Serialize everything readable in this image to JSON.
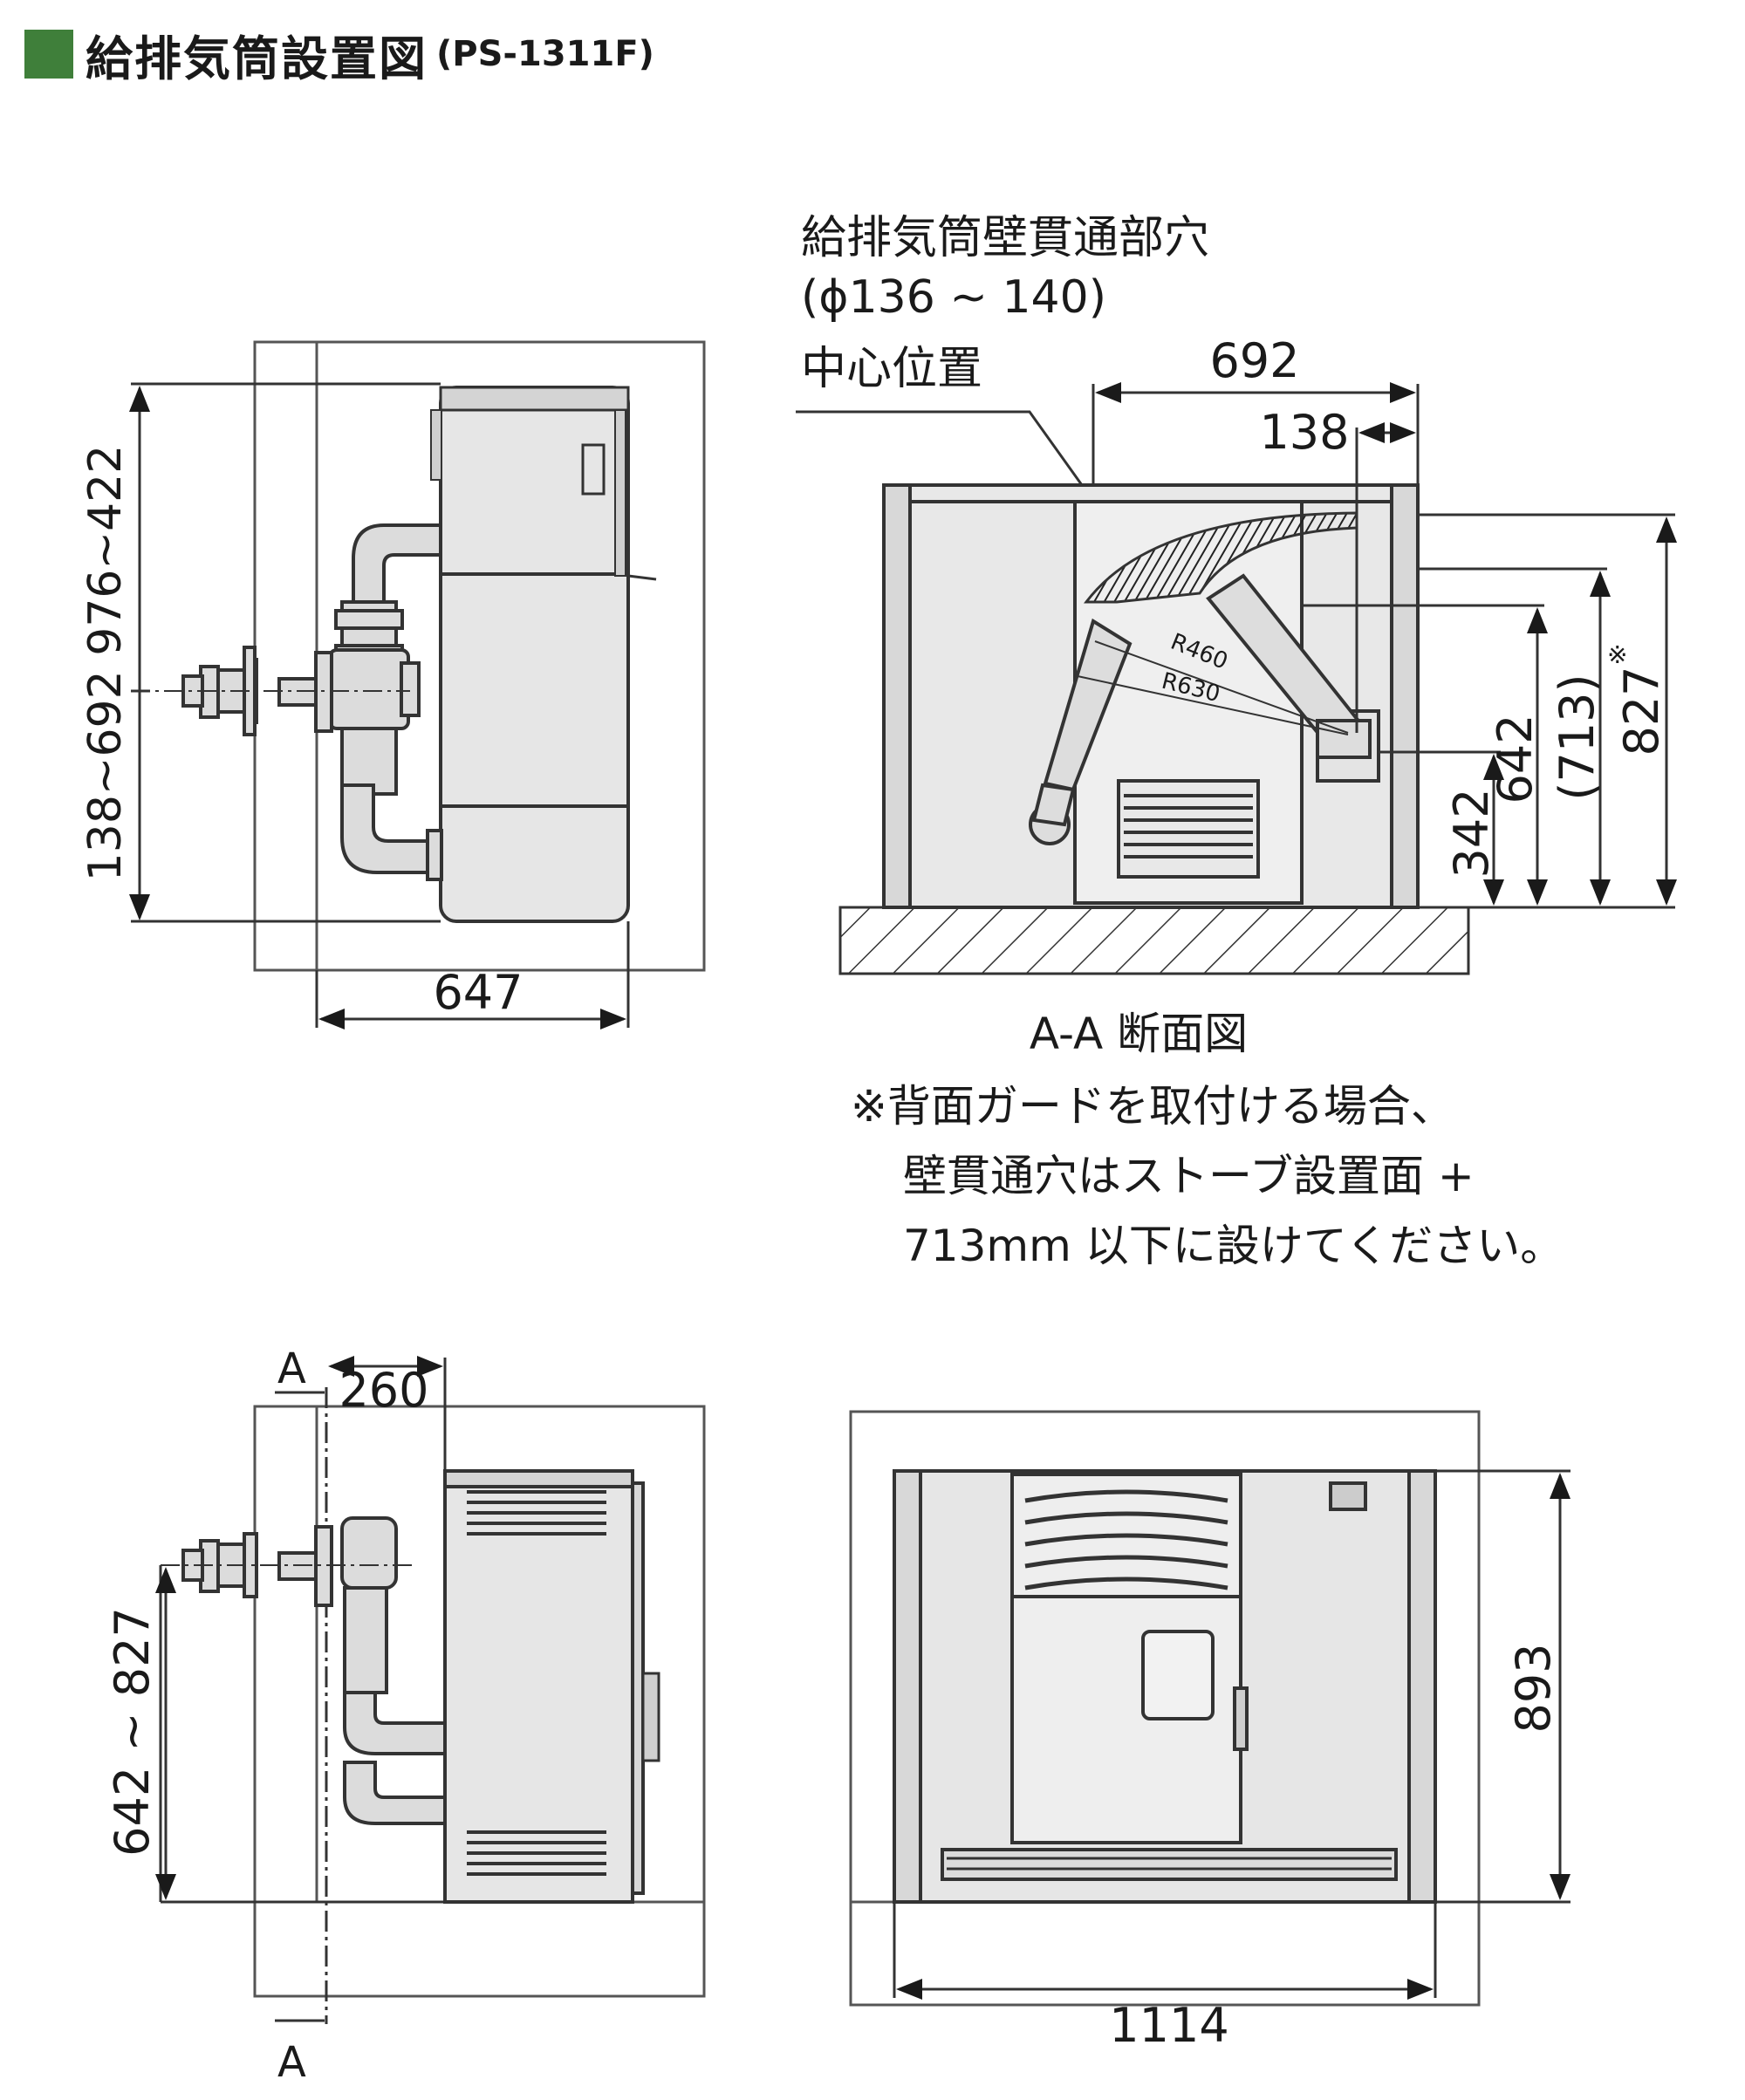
{
  "header": {
    "title": "給排気筒設置図",
    "model": "(PS-1311F)",
    "accent": "#3f7f3a"
  },
  "side_top": {
    "dim_vertical": "138~692 976~422",
    "dim_width": "647"
  },
  "section": {
    "hole_label_1": "給排気筒壁貫通部穴",
    "hole_label_2": "(ϕ136 ~ 140)",
    "hole_label_3": "中心位置",
    "dim_692": "692",
    "dim_138": "138",
    "dim_342": "342",
    "dim_642": "642",
    "dim_713": "(713)",
    "dim_713_mark": "※",
    "dim_827": "827",
    "r460": "R460",
    "r630": "R630",
    "caption": "A-A 断面図",
    "note_1": "※背面ガードを取付ける場合、",
    "note_2": "壁貫通穴はストーブ設置面 +",
    "note_3": "713mm 以下に設けてください。"
  },
  "side_bottom": {
    "cut_top": "A",
    "cut_bottom": "A",
    "dim_260": "260",
    "dim_vertical": "642 ~ 827"
  },
  "front": {
    "dim_893": "893",
    "dim_1114": "1114"
  }
}
